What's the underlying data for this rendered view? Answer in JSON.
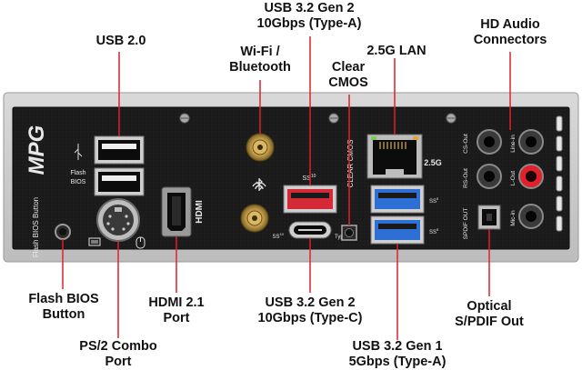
{
  "callouts": {
    "usb20": "USB 2.0",
    "wifi_bt": [
      "Wi-Fi /",
      "Bluetooth"
    ],
    "usb32g2_a": [
      "USB 3.2 Gen 2",
      "10Gbps (Type-A)"
    ],
    "clear_cmos": [
      "Clear",
      "CMOS"
    ],
    "lan": "2.5G LAN",
    "hd_audio": [
      "HD Audio",
      "Connectors"
    ],
    "flash_bios_btn": [
      "Flash BIOS",
      "Button"
    ],
    "hdmi": [
      "HDMI 2.1",
      "Port"
    ],
    "ps2": [
      "PS/2 Combo",
      "Port"
    ],
    "usb32g2_c": [
      "USB 3.2 Gen 2",
      "10Gbps (Type-C)"
    ],
    "usb32g1": [
      "USB 3.2 Gen 1",
      "5Gbps (Type-A)"
    ],
    "spdif": [
      "Optical",
      "S/PDIF Out"
    ]
  },
  "panel_labels": {
    "brand": "MPG",
    "flash_bios_vertical": "Flash BIOS Button",
    "flash_bios_small": [
      "Flash",
      "BIOS"
    ],
    "hdmi_logo": "HDMI",
    "clear_cmos_vertical": "CLEAR CMOS",
    "lan_speed": "2.5G",
    "cs_out": "CS-Out",
    "line_in": "Line-in",
    "rs_out": "RS-Out",
    "line_out": "L-Out",
    "spdif_out": "SPDIF OUT",
    "mic_in": "Mic-in",
    "type_c": "TypeC",
    "ss_mark": "SS",
    "ss_10": "10",
    "ss_5": "5"
  },
  "colors": {
    "plate": "#cfcfcf",
    "panel": "#1c1c1c",
    "callout_line": "#e0202a",
    "usb32g2_port": "#d42a38",
    "usb32g1_port": "#2d6fd4",
    "line_out_jack": "#e0202a"
  }
}
